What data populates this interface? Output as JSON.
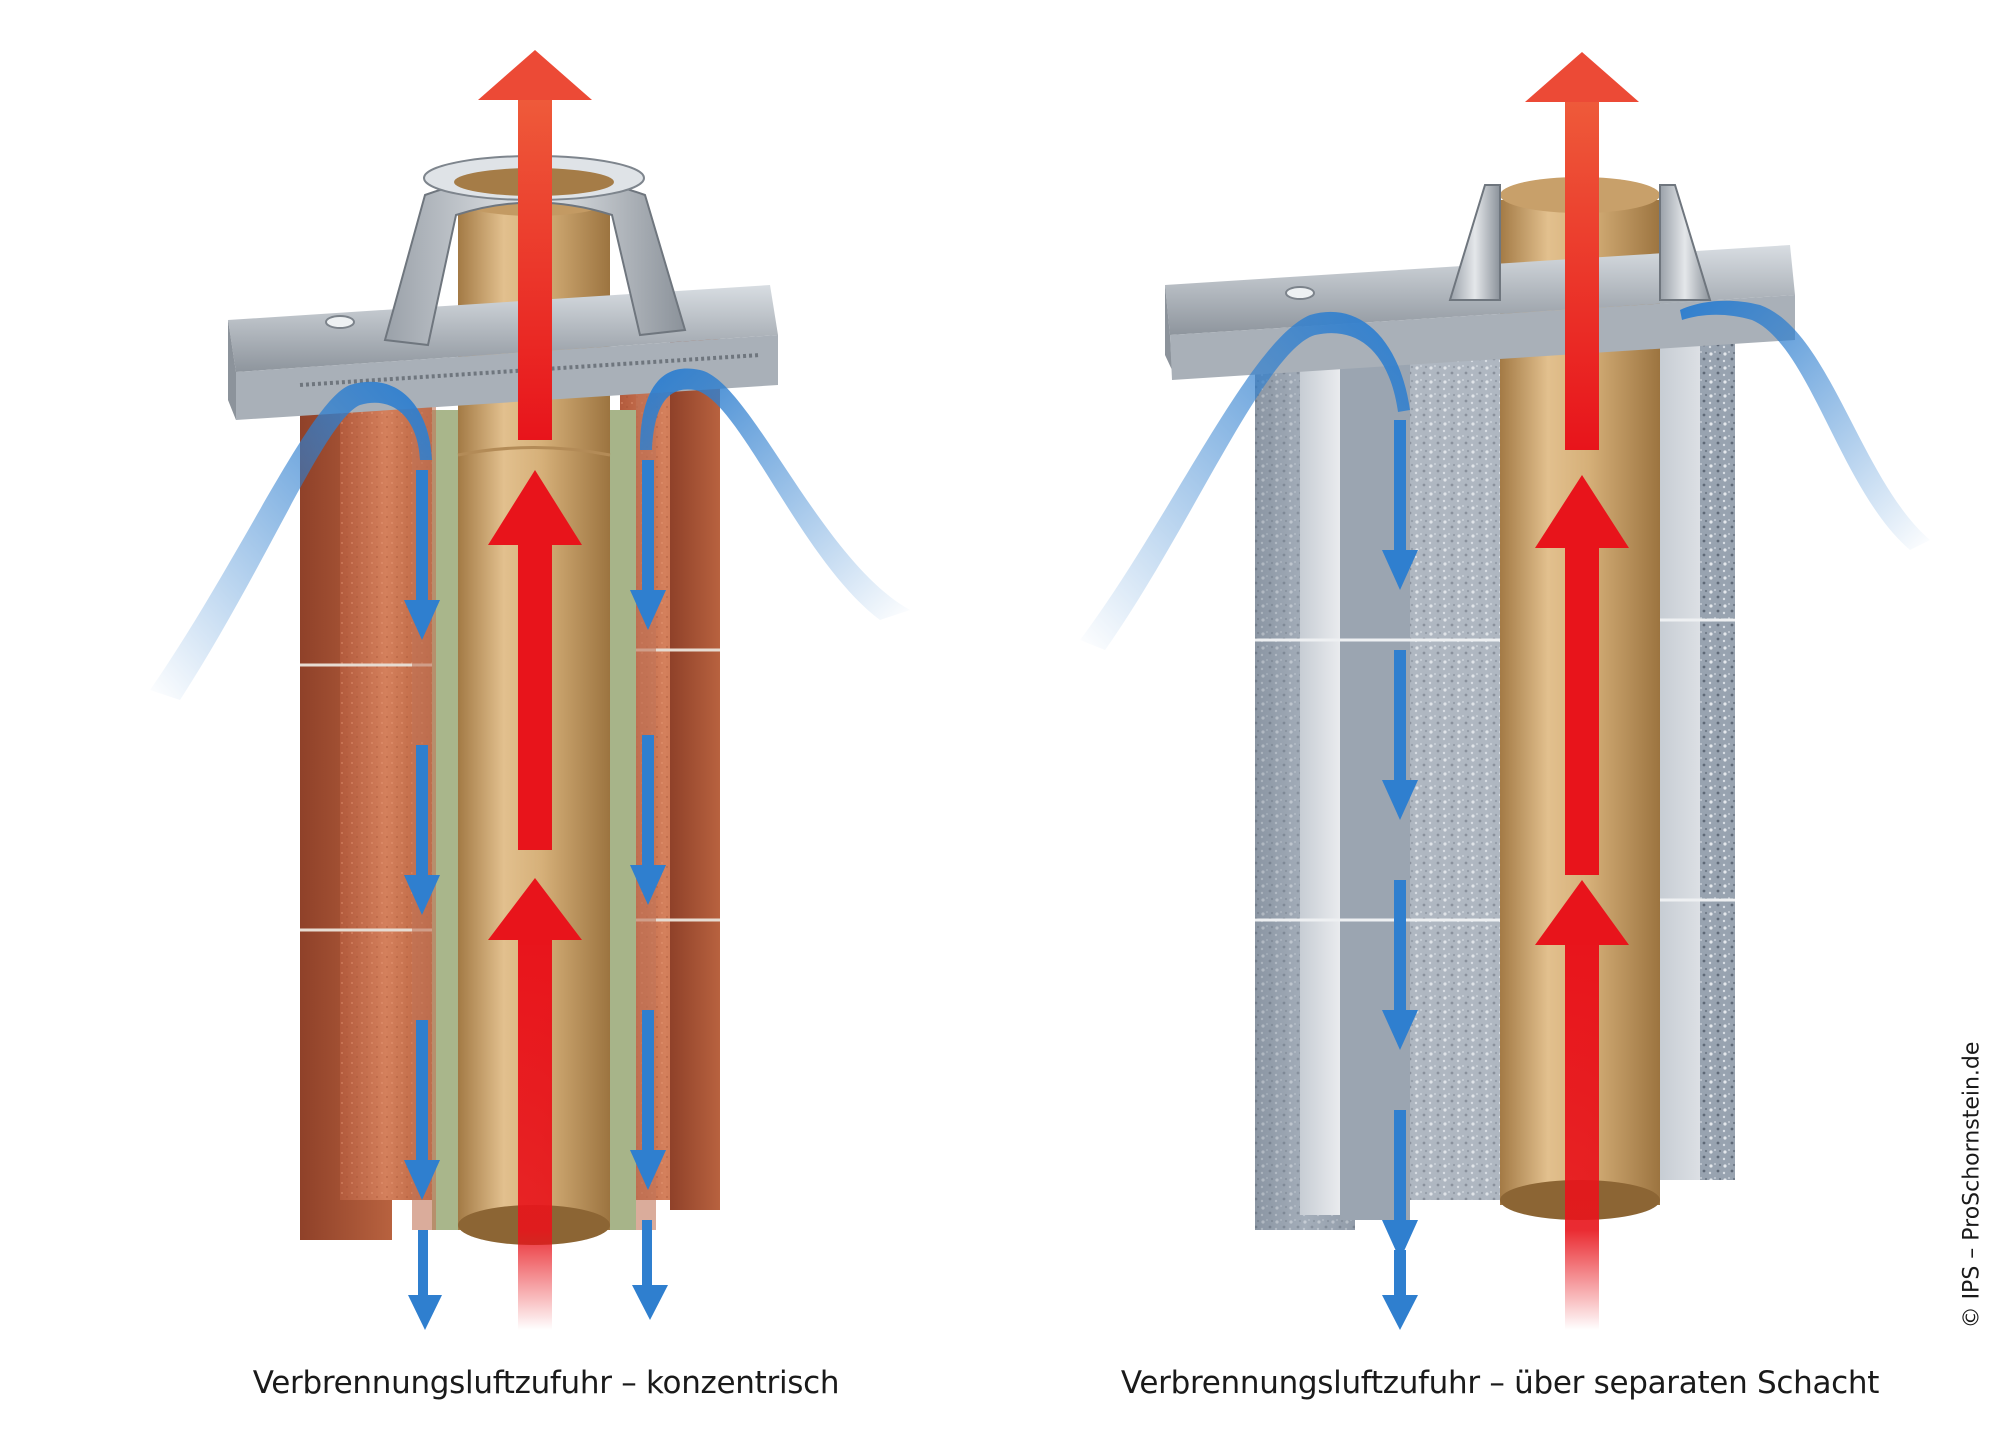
{
  "captions": {
    "left": "Verbrennungsluftzufuhr – konzentrisch",
    "right": "Verbrennungsluftzufuhr – über separaten Schacht"
  },
  "copyright": "© IPS – ProSchornstein.de",
  "colors": {
    "exhaust_arrow": "#e8141b",
    "air_arrow": "#2f7fcf",
    "brick": "#c8704f",
    "liner": "#d3b07e",
    "concrete": "#9ea8b4",
    "cap_metal": "#b9bec4"
  },
  "icons": {
    "exhaust": "arrow-up-red-icon",
    "air": "arrow-down-blue-icon"
  }
}
